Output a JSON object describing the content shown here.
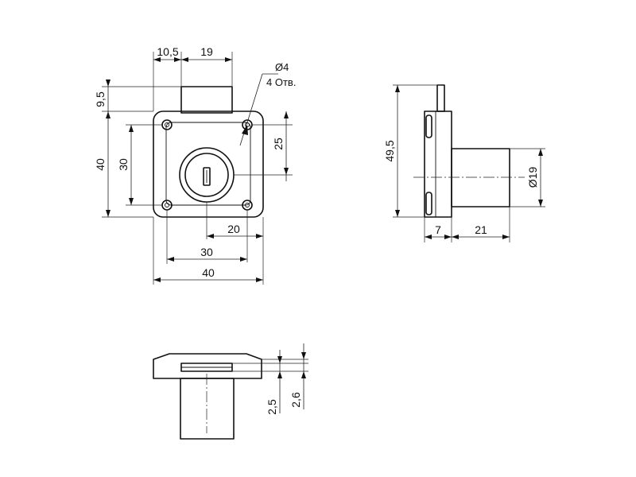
{
  "front_view": {
    "dim_top_left": "10,5",
    "dim_top_width": "19",
    "dim_flange": "9,5",
    "dim_height_total": "40",
    "dim_height_holes": "30",
    "dim_height_center": "25",
    "dim_bottom_offset": "20",
    "dim_bottom_holes": "30",
    "dim_bottom_total": "40",
    "hole_diameter": "Ø4",
    "hole_count": "4 Отв."
  },
  "side_view": {
    "dim_height": "49,5",
    "dim_diameter": "Ø19",
    "dim_body": "7",
    "dim_cylinder": "21"
  },
  "bottom_view": {
    "dim_a": "2,5",
    "dim_b": "2,6"
  }
}
